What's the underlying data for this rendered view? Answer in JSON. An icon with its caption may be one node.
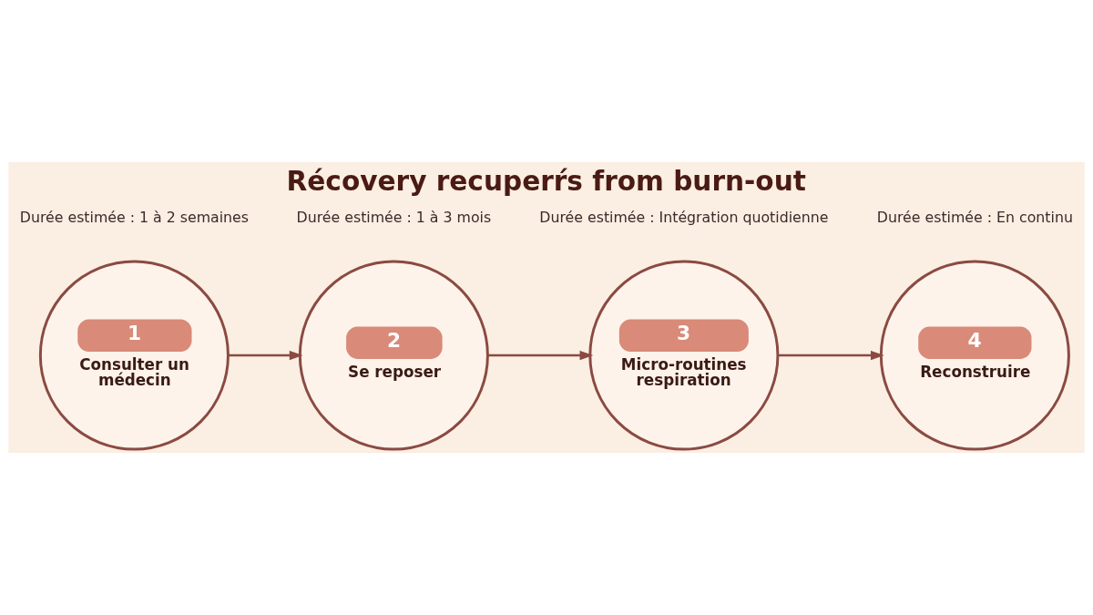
{
  "diagram": {
    "title": "Récovery recuperŕs from burn-out",
    "nodes": [
      {
        "text": [
          "1",
          "Consulter un médecin"
        ],
        "beside": [
          "Durée estimée : 1 à 2 semaines"
        ]
      },
      {
        "text": [
          "2",
          "Se reposer"
        ],
        "beside": [
          "Durée estimée : 1 à 3 mois"
        ]
      },
      {
        "text": [
          "3",
          "Micro-routines respiration"
        ],
        "beside": [
          "Durée estimée : Intégration quotidienne"
        ]
      },
      {
        "text": [
          "4",
          "Reconstruire"
        ],
        "beside": [
          "Durée estimée : En continu"
        ]
      }
    ],
    "edges": [
      {
        "from": 0,
        "to": 1,
        "arrow": "to"
      },
      {
        "from": 1,
        "to": 2,
        "arrow": "to"
      },
      {
        "from": 2,
        "to": 3,
        "arrow": "to"
      }
    ]
  }
}
